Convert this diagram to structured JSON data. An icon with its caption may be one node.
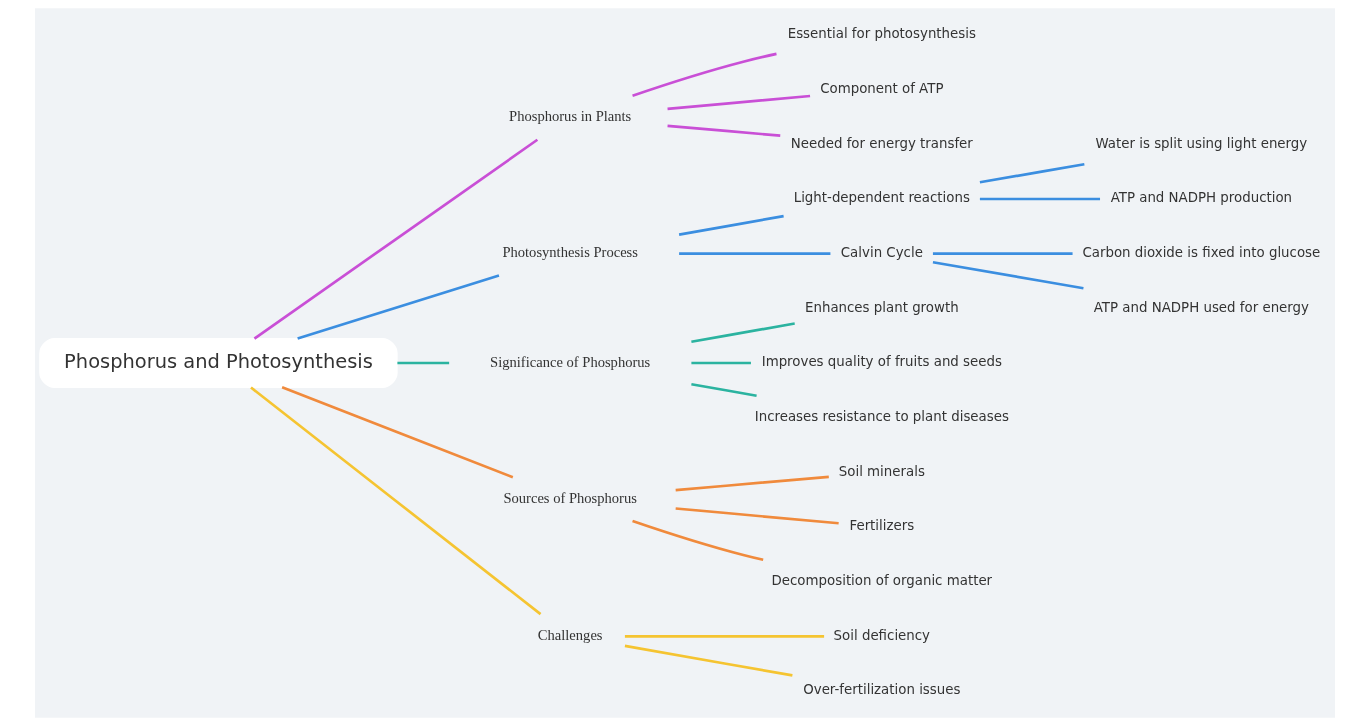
{
  "diagram": {
    "nodes": [
      {
        "text": [
          "Phosphorus and Photosynthesis"
        ]
      },
      {
        "text": [
          "Phosphorus in Plants"
        ]
      },
      {
        "text": [
          "Essential for photosynthesis"
        ]
      },
      {
        "text": [
          "Component of ATP"
        ]
      },
      {
        "text": [
          "Needed for energy transfer"
        ]
      },
      {
        "text": [
          "Photosynthesis Process"
        ]
      },
      {
        "text": [
          "Light-dependent reactions"
        ]
      },
      {
        "text": [
          "Water is split using light energy"
        ]
      },
      {
        "text": [
          "ATP and NADPH production"
        ]
      },
      {
        "text": [
          "Calvin Cycle"
        ]
      },
      {
        "text": [
          "Carbon dioxide is fixed into glucose"
        ]
      },
      {
        "text": [
          "ATP and NADPH used for energy"
        ]
      },
      {
        "text": [
          "Significance of Phosphorus"
        ]
      },
      {
        "text": [
          "Enhances plant growth"
        ]
      },
      {
        "text": [
          "Improves quality of fruits and seeds"
        ]
      },
      {
        "text": [
          "Increases resistance to plant diseases"
        ]
      },
      {
        "text": [
          "Sources of Phosphorus"
        ]
      },
      {
        "text": [
          "Soil minerals"
        ]
      },
      {
        "text": [
          "Fertilizers"
        ]
      },
      {
        "text": [
          "Decomposition of organic matter"
        ]
      },
      {
        "text": [
          "Challenges"
        ]
      },
      {
        "text": [
          "Soil deficiency"
        ]
      },
      {
        "text": [
          "Over-fertilization issues"
        ]
      }
    ],
    "edges": [
      {
        "from": 0,
        "to": 1,
        "arrow": "none",
        "color": "#c94fd6"
      },
      {
        "from": 1,
        "to": 2,
        "arrow": "none",
        "color": "#c94fd6"
      },
      {
        "from": 1,
        "to": 3,
        "arrow": "none",
        "color": "#c94fd6"
      },
      {
        "from": 1,
        "to": 4,
        "arrow": "none",
        "color": "#c94fd6"
      },
      {
        "from": 0,
        "to": 5,
        "arrow": "none",
        "color": "#3b8ee0"
      },
      {
        "from": 5,
        "to": 6,
        "arrow": "none",
        "color": "#3b8ee0"
      },
      {
        "from": 6,
        "to": 7,
        "arrow": "none",
        "color": "#3b8ee0"
      },
      {
        "from": 6,
        "to": 8,
        "arrow": "none",
        "color": "#3b8ee0"
      },
      {
        "from": 5,
        "to": 9,
        "arrow": "none",
        "color": "#3b8ee0"
      },
      {
        "from": 9,
        "to": 10,
        "arrow": "none",
        "color": "#3b8ee0"
      },
      {
        "from": 9,
        "to": 11,
        "arrow": "none",
        "color": "#3b8ee0"
      },
      {
        "from": 0,
        "to": 12,
        "arrow": "none",
        "color": "#2bb3a0"
      },
      {
        "from": 12,
        "to": 13,
        "arrow": "none",
        "color": "#2bb3a0"
      },
      {
        "from": 12,
        "to": 14,
        "arrow": "none",
        "color": "#2bb3a0"
      },
      {
        "from": 12,
        "to": 15,
        "arrow": "none",
        "color": "#2bb3a0"
      },
      {
        "from": 0,
        "to": 16,
        "arrow": "none",
        "color": "#f08a3c"
      },
      {
        "from": 16,
        "to": 17,
        "arrow": "none",
        "color": "#f08a3c"
      },
      {
        "from": 16,
        "to": 18,
        "arrow": "none",
        "color": "#f08a3c"
      },
      {
        "from": 16,
        "to": 19,
        "arrow": "none",
        "color": "#f08a3c"
      },
      {
        "from": 0,
        "to": 20,
        "arrow": "none",
        "color": "#f5c431"
      },
      {
        "from": 20,
        "to": 21,
        "arrow": "none",
        "color": "#f5c431"
      },
      {
        "from": 20,
        "to": 22,
        "arrow": "none",
        "color": "#f5c431"
      }
    ]
  }
}
